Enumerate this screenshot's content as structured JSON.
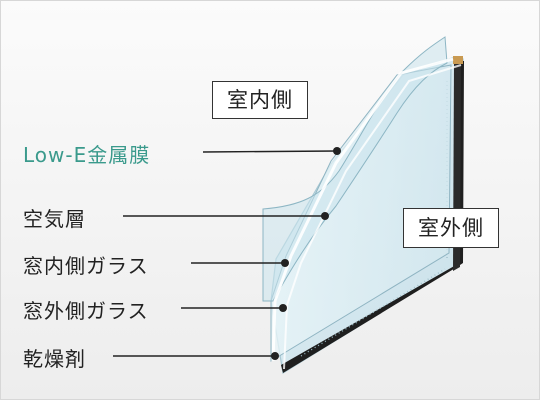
{
  "labels": {
    "indoor": "室内側",
    "outdoor": "室外側",
    "lowe": "Low-E金属膜",
    "air": "空気層",
    "inner_glass": "窓内側ガラス",
    "outer_glass": "窓外側ガラス",
    "desiccant": "乾燥剤"
  },
  "colors": {
    "accent": "#3a9a8c",
    "leader": "#222222",
    "spacer": "#1f1f1f"
  }
}
